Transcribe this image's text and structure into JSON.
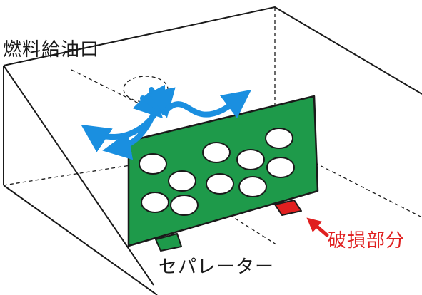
{
  "labels": {
    "fuel_inlet": "燃料給油口",
    "separator": "セパレーター",
    "damaged_part": "破損部分"
  },
  "colors": {
    "separator_fill": "#1e9a4a",
    "flow_arrow": "#1a8fe0",
    "damage": "#e02020",
    "outline": "#1a1a1a"
  }
}
